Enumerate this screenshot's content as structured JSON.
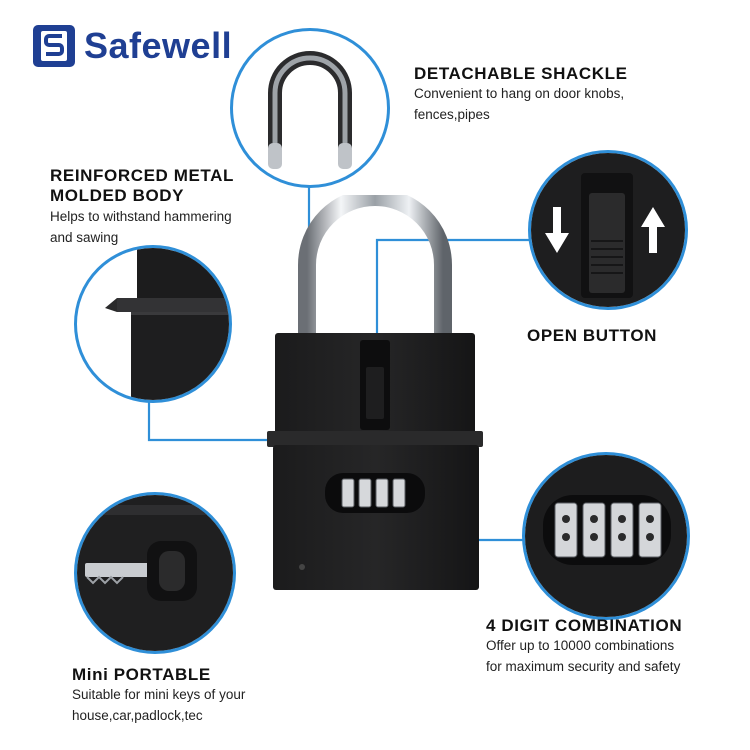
{
  "brand": {
    "name": "Safewell",
    "color": "#1f3f93"
  },
  "accent_color": "#2f8fd8",
  "features": {
    "shackle": {
      "title": "DETACHABLE SHACKLE",
      "desc_line1": "Convenient to hang on door knobs,",
      "desc_line2": "fences,pipes"
    },
    "body": {
      "title_line1": "REINFORCED METAL",
      "title_line2": "MOLDED BODY",
      "desc_line1": "Helps to withstand hammering",
      "desc_line2": "and sawing"
    },
    "button": {
      "title": "OPEN BUTTON"
    },
    "combination": {
      "title": "4 DIGIT COMBINATION",
      "desc_line1": "Offer up to 10000 combinations",
      "desc_line2": "for maximum security and safety"
    },
    "portable": {
      "title": "Mini PORTABLE",
      "desc_line1": "Suitable for mini keys of your",
      "desc_line2": "house,car,padlock,tec"
    }
  }
}
